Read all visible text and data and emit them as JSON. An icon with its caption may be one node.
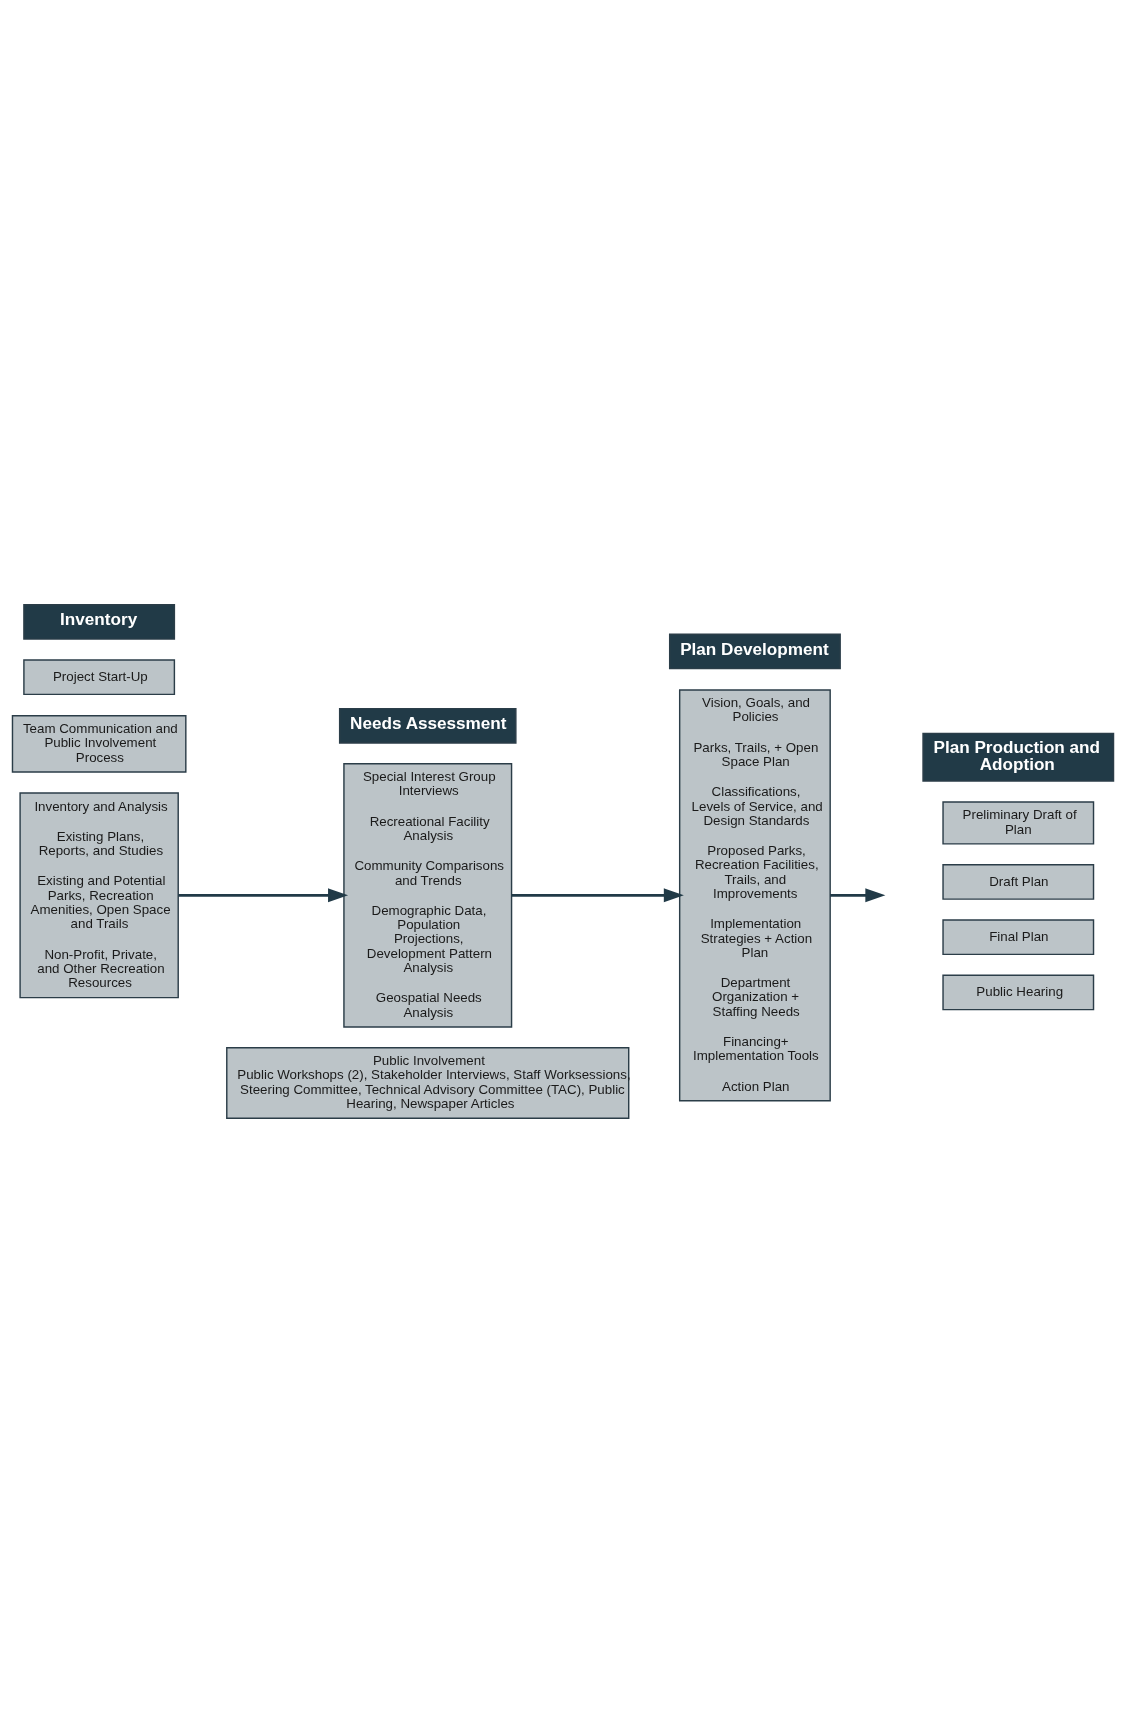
{
  "diagram": {
    "nodes": [
      {
        "text": [
          "Inventory"
        ]
      },
      {
        "text": [
          "Needs Assessment"
        ]
      },
      {
        "text": [
          "Plan Development"
        ]
      },
      {
        "text": [
          "Plan Production and Adoption"
        ]
      },
      {
        "text": [
          "Project Start-Up"
        ]
      },
      {
        "text": [
          "Team Communication and Public Involvement Process"
        ]
      },
      {
        "text": [
          "Inventory and Analysis",
          "Existing Plans, Reports, and Studies",
          "Existing and Potential Parks, Recreation Amenities, Open Space and Trails",
          "Non-Profit, Private, and Other Recreation Resources"
        ]
      },
      {
        "text": [
          "Special Interest Group Interviews",
          "Recreational Facility Analysis",
          "Community Comparisons and Trends",
          "Demographic Data, Population Projections, Development Pattern Analysis",
          "Geospatial Needs Analysis"
        ]
      },
      {
        "text": [
          "Vision, Goals, and Policies",
          "Parks, Trails, + Open Space Plan",
          "Classifications, Levels of Service, and Design Standards",
          "Proposed Parks, Recreation Facilities, Trails, and Improvements",
          "Implementation Strategies + Action Plan",
          "Department Organization + Staffing Needs",
          "Financing+ Implementation Tools",
          "Action Plan"
        ]
      },
      {
        "text": [
          "Preliminary Draft of Plan"
        ]
      },
      {
        "text": [
          "Draft Plan"
        ]
      },
      {
        "text": [
          "Final Plan"
        ]
      },
      {
        "text": [
          "Public Hearing"
        ]
      },
      {
        "text": [
          "Public Involvement",
          "Public Workshops (2), Stakeholder Interviews, Staff Worksessions, Steering Committee, Technical Advisory Committee (TAC), Public Hearing, Newspaper Articles"
        ]
      }
    ],
    "edges": [
      {
        "from": 6,
        "to": 7,
        "arrow": "to"
      },
      {
        "from": 7,
        "to": 8,
        "arrow": "to"
      },
      {
        "from": 8,
        "to": null,
        "arrow": "to"
      }
    ]
  }
}
